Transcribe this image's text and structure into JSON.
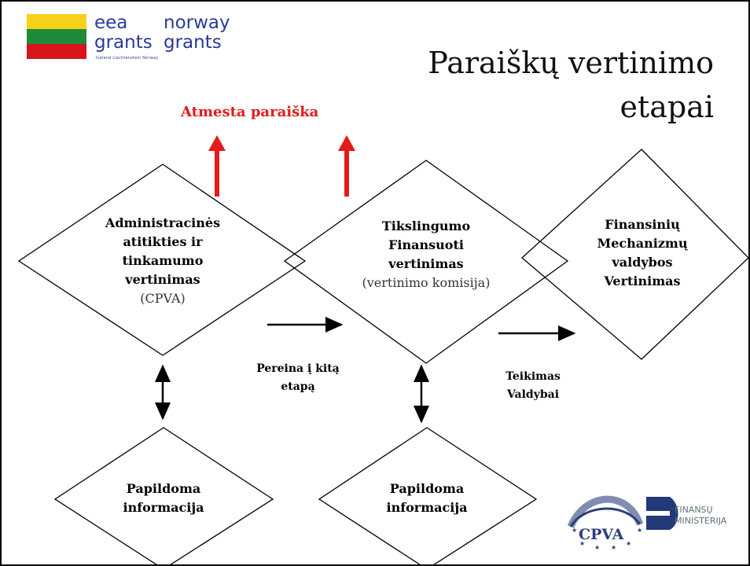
{
  "logo": {
    "eea": "eea",
    "grants": "grants",
    "norway": "norway",
    "subline": "Iceland Liechtenstein Norway",
    "flag_colors": [
      "#f7d117",
      "#1f8a3a",
      "#d8141c"
    ],
    "brand_color": "#2b3a9a"
  },
  "title_line1": "Paraiškų vertinimo",
  "title_line2": "etapai",
  "rejected_label": "Atmesta paraiška",
  "rejected_color": "#e31b1b",
  "nodes": {
    "admin": {
      "lines": [
        "Administracinės",
        "atitikties ir",
        "tinkamumo",
        "vertinimas"
      ],
      "sub": "(CPVA)"
    },
    "target": {
      "lines": [
        "Tikslingumo",
        "Finansuoti",
        "vertinimas"
      ],
      "sub": "(vertinimo komisija)"
    },
    "board": {
      "lines": [
        "Finansinių",
        "Mechanizmų",
        "valdybos",
        "Vertinimas"
      ]
    },
    "info1": {
      "lines": [
        "Papildoma",
        "informacija"
      ]
    },
    "info2": {
      "lines": [
        "Papildoma",
        "informacija"
      ]
    }
  },
  "edge_labels": {
    "move_next": [
      "Pereina į kitą",
      "etapą"
    ],
    "submit_board": [
      "Teikimas",
      "Valdybai"
    ]
  },
  "footer": {
    "cpva": "CPVA",
    "fm_line1": "FINANSŲ",
    "fm_line2": "MINISTERIJA"
  }
}
